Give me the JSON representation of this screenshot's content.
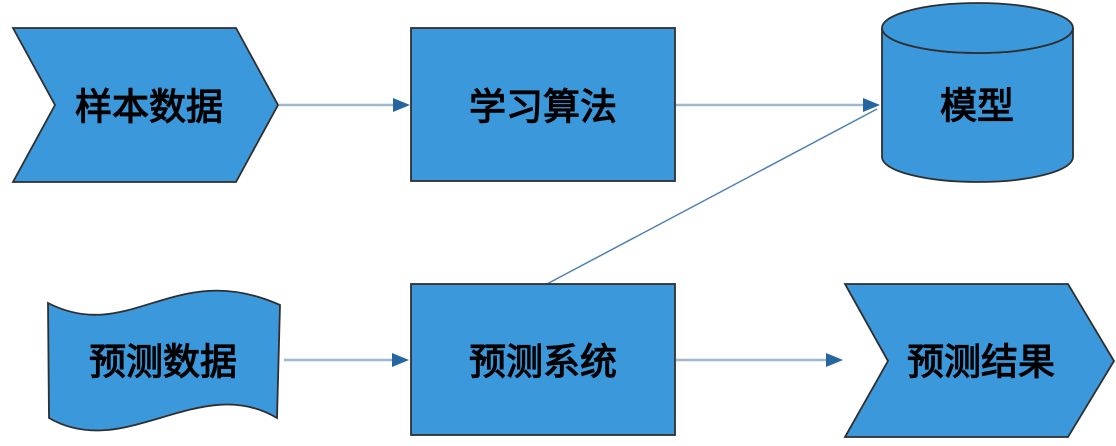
{
  "colors": {
    "node_fill": "#3B98DB",
    "node_border": "#2F2F2F",
    "connector_line": "#9EB7CF",
    "connector_diagonal": "#4E81B5",
    "arrowhead": "#2566A0",
    "label_text": "#000000"
  },
  "nodes": [
    {
      "id": "sample-data",
      "label": "样本数据",
      "shape": "chevron"
    },
    {
      "id": "learning-algorithm",
      "label": "学习算法",
      "shape": "rectangle"
    },
    {
      "id": "model",
      "label": "模型",
      "shape": "cylinder"
    },
    {
      "id": "prediction-data",
      "label": "预测数据",
      "shape": "wave"
    },
    {
      "id": "prediction-system",
      "label": "预测系统",
      "shape": "rectangle"
    },
    {
      "id": "prediction-result",
      "label": "预测结果",
      "shape": "chevron"
    }
  ],
  "edges": [
    {
      "from": "样本数据",
      "to": "学习算法",
      "style": "arrow"
    },
    {
      "from": "学习算法",
      "to": "模型",
      "style": "arrow"
    },
    {
      "from": "预测数据",
      "to": "预测系统",
      "style": "arrow"
    },
    {
      "from": "预测系统",
      "to": "预测结果",
      "style": "arrow"
    },
    {
      "from": "预测系统",
      "to": "模型",
      "style": "line"
    }
  ]
}
